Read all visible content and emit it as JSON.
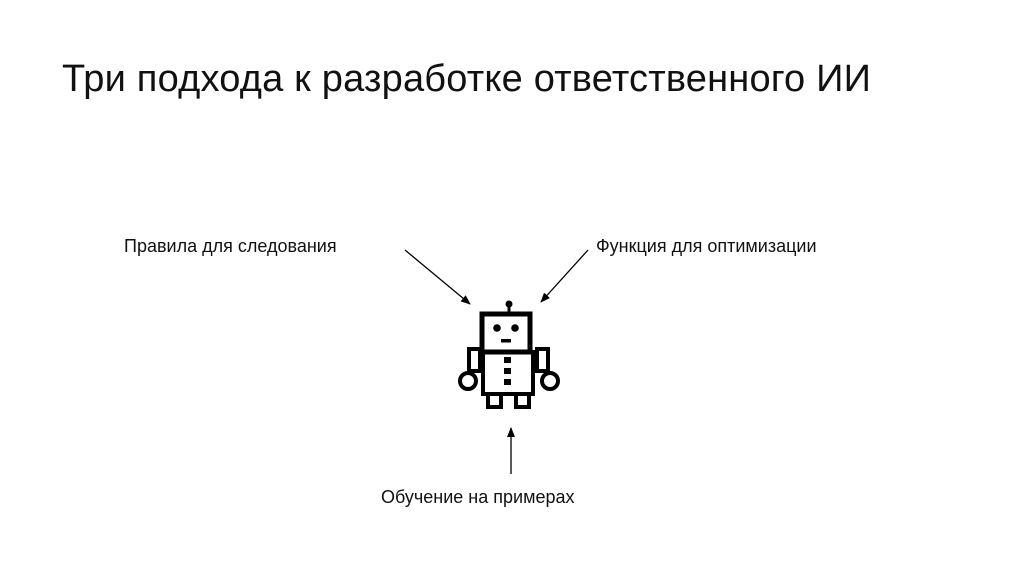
{
  "slide": {
    "title": "Три подхода к разработке ответственного ИИ"
  },
  "diagram": {
    "center_icon": "robot-icon",
    "labels": {
      "rules": "Правила для следования",
      "optimization": "Функция для оптимизации",
      "examples": "Обучение на примерах"
    }
  },
  "colors": {
    "background": "#ffffff",
    "text": "#111111",
    "icon": "#000000"
  }
}
